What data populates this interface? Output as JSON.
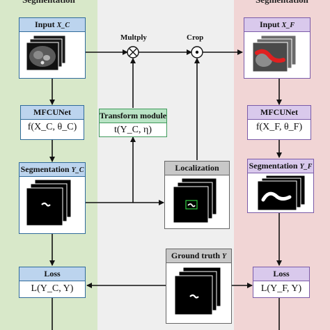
{
  "panels": {
    "left_title": "Segmentation",
    "right_title": "Segmentation",
    "left_color": "#d8e8c9",
    "middle_color": "#efefef",
    "right_color": "#f1d5d5"
  },
  "ops": {
    "multiply": "Multply",
    "crop": "Crop"
  },
  "left": {
    "input": {
      "label": "Input",
      "var": "X_C"
    },
    "net": {
      "label": "MFCUNet",
      "formula": "f(X_C, θ_C)"
    },
    "seg": {
      "label": "Segmentation",
      "var": "Y_C"
    },
    "loss": {
      "label": "Loss",
      "formula": "L(Y_C, Y)"
    }
  },
  "middle": {
    "transform": {
      "label": "Transform module",
      "formula": "t(Y_C, η)"
    },
    "localization": {
      "label": "Localization"
    },
    "ground_truth": {
      "label": "Ground truth",
      "var": "Y"
    }
  },
  "right": {
    "input": {
      "label": "Input",
      "var": "X_F"
    },
    "net": {
      "label": "MFCUNet",
      "formula": "f(X_F, θ_F)"
    },
    "seg": {
      "label": "Segmentation",
      "var": "Y_F"
    },
    "loss": {
      "label": "Loss",
      "formula": "L(Y_F, Y)"
    }
  },
  "colors": {
    "blue_header": "#bcd4ee",
    "purple_header": "#d9c9ec",
    "green_header": "#b9e3c5",
    "gray_header": "#c8c8c8",
    "segmentation_red": "#e02020"
  }
}
